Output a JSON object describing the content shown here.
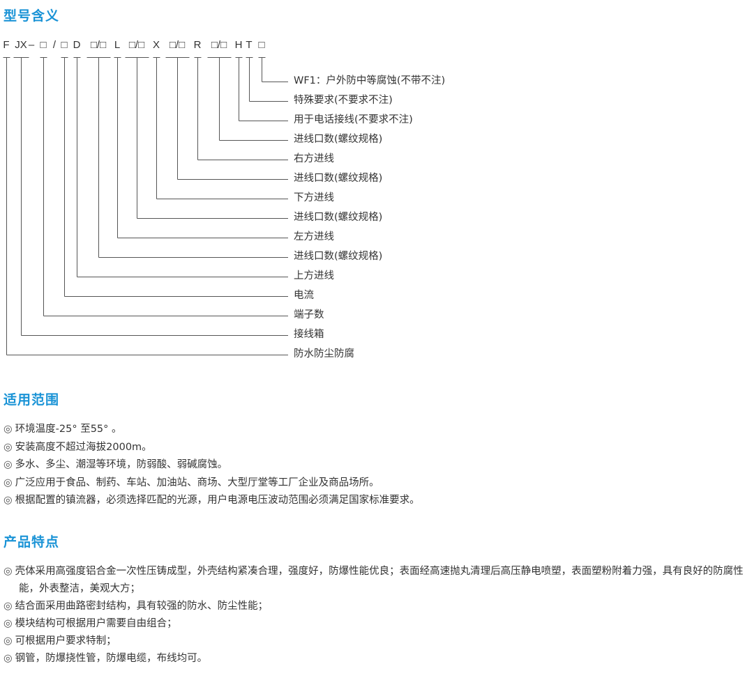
{
  "sections": {
    "model": {
      "title": "型号含义"
    },
    "scope": {
      "title": "适用范围"
    },
    "features": {
      "title": "产品特点"
    }
  },
  "model_code_tokens": [
    "F",
    "JX",
    "–",
    "□",
    "/",
    "□",
    "D",
    "□/□",
    "L",
    "□/□",
    "X",
    "□/□",
    "R",
    "□/□",
    "H",
    "T",
    "□"
  ],
  "model_labels": [
    "WF1：户外防中等腐蚀(不带不注)",
    "特殊要求(不要求不注)",
    "用于电话接线(不要求不注)",
    "进线口数(螺纹规格)",
    "右方进线",
    "进线口数(螺纹规格)",
    "下方进线",
    "进线口数(螺纹规格)",
    "左方进线",
    "进线口数(螺纹规格)",
    "上方进线",
    "电流",
    "端子数",
    "接线箱",
    "防水防尘防腐"
  ],
  "bullet_symbol": "◎",
  "scope_items": [
    "环境温度-25°  至55°  。",
    "安装高度不超过海拔2000m。",
    "多水、多尘、潮湿等环境，防弱酸、弱碱腐蚀。",
    "广泛应用于食品、制药、车站、加油站、商场、大型厅堂等工厂企业及商品场所。",
    "根据配置的镇流器，必须选择匹配的光源，用户电源电压波动范围必须满足国家标准要求。"
  ],
  "feature_items": [
    "壳体采用高强度铝合金一次性压铸成型，外壳结构紧凑合理，强度好，防爆性能优良；表面经高速抛丸清理后高压静电喷塑，表面塑粉附着力强，具有良好的防腐性能，外表整洁，美观大方；",
    "结合面采用曲路密封结构，具有较强的防水、防尘性能；",
    "模块结构可根据用户需要自由组合；",
    "可根据用户要求特制；",
    "钢管，防爆挠性管，防爆电缆，布线均可。"
  ],
  "colors": {
    "heading": "#1a93d6",
    "text": "#333333",
    "line": "#555555"
  }
}
